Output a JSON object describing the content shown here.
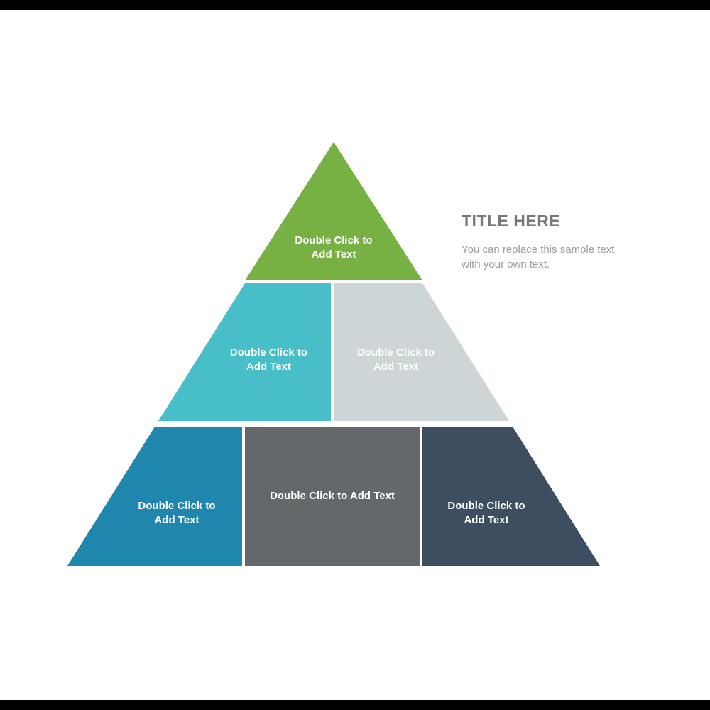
{
  "annotation": {
    "title": "TITLE HERE",
    "title_color": "#77787b",
    "body": "You can replace this sample text\nwith your own text.",
    "body_color": "#9b9da0"
  },
  "pyramid": {
    "levels": [
      {
        "name": "top",
        "segments": [
          {
            "label": "Double Click to\nAdd Text",
            "color": "#77b143"
          }
        ]
      },
      {
        "name": "middle",
        "segments": [
          {
            "label": "Double Click to\nAdd Text",
            "color": "#47bec8"
          },
          {
            "label": "Double Click to\nAdd Text",
            "color": "#cdd5d7"
          }
        ]
      },
      {
        "name": "bottom",
        "segments": [
          {
            "label": "Double Click to\nAdd Text",
            "color": "#1f86ad"
          },
          {
            "label": "Double Click to Add Text",
            "color": "#64686a"
          },
          {
            "label": "Double Click to\nAdd Text",
            "color": "#3d4e61"
          }
        ]
      }
    ]
  }
}
